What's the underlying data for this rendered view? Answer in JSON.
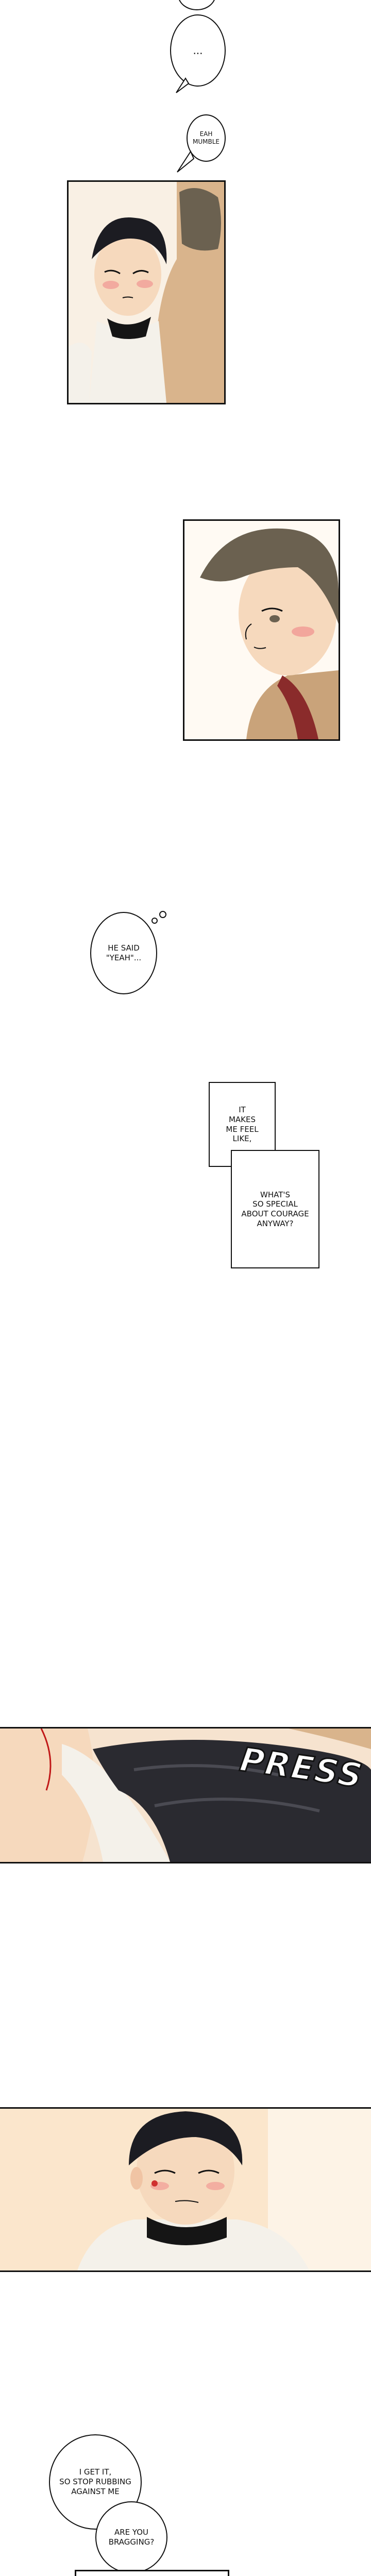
{
  "bubbles": {
    "ellipsis_top": "...",
    "ellipsis_mid": "...",
    "mumble_1": "EAH",
    "mumble_2": "MUMBLE",
    "he_said_1": "HE SAID",
    "he_said_2": "\"YEAH\"...",
    "get_it_1": "I GET IT,",
    "get_it_2": "SO STOP RUBBING",
    "get_it_3": "AGAINST ME",
    "bragging_1": "ARE YOU",
    "bragging_2": "BRAGGING?"
  },
  "narration": {
    "box1_line1": "IT",
    "box1_line2": "MAKES",
    "box1_line3": "ME FEEL",
    "box1_line4": "LIKE,",
    "box2_line1": "WHAT'S",
    "box2_line2": "SO SPECIAL",
    "box2_line3": "ABOUT COURAGE",
    "box2_line4": "ANYWAY?"
  },
  "sfx": {
    "press": "PRESS"
  },
  "colors": {
    "ink": "#111111",
    "skin": "#f6d9bd",
    "blush": "#f08a8a",
    "dark_hair": "#1c1c22",
    "brown_hair": "#6b6150",
    "shirt_white": "#f4f1ea",
    "sweater_tan": "#d7b58f",
    "background_warm": "#fbe6cc"
  }
}
